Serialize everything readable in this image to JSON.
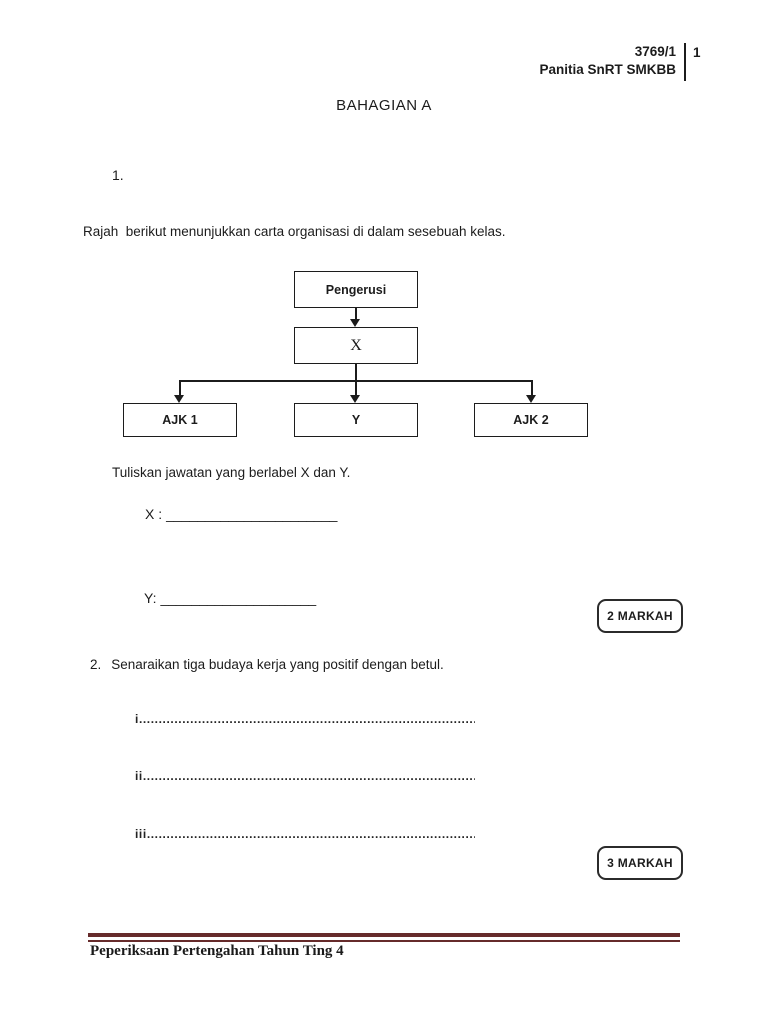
{
  "header": {
    "paper_code": "3769/1",
    "page_number": "1",
    "committee": "Panitia SnRT SMKBB"
  },
  "title": "BAHAGIAN A",
  "q1": {
    "number": "1.",
    "intro": "Rajah  berikut menunjukkan carta organisasi di dalam sesebuah kelas.",
    "org_chart": {
      "type": "org-chart",
      "root": "Pengerusi",
      "level2": "X",
      "level3": [
        "AJK 1",
        "Y",
        "AJK 2"
      ]
    },
    "instruction": "Tuliskan jawatan yang berlabel X dan Y.",
    "answer_x": {
      "label": "X :",
      "line": "______________________"
    },
    "answer_y": {
      "label": "Y:",
      "line": "____________________"
    },
    "marks": "2 MARKAH"
  },
  "q2": {
    "number": "2.",
    "question": "Senaraikan tiga budaya kerja yang positif dengan betul.",
    "answers": [
      {
        "label": "i",
        "dots": "................................................................................................................"
      },
      {
        "label": "ii",
        "dots": "................................................................................................................"
      },
      {
        "label": "iii",
        "dots": "................................................................................................................"
      }
    ],
    "marks": "3 MARKAH"
  },
  "footer": {
    "text": "Peperiksaan Pertengahan Tahun Ting 4",
    "rule_color": "#662b2b"
  }
}
